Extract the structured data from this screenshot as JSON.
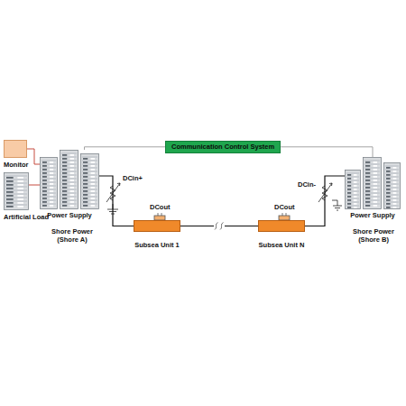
{
  "diagram": {
    "nodes": [
      {
        "text": [
          "Monitor"
        ]
      },
      {
        "text": [
          "Artificial Load"
        ]
      },
      {
        "text": [
          "Power Supply"
        ]
      },
      {
        "text": [
          "Communication Control System"
        ]
      },
      {
        "text": [
          "Subsea Unit 1"
        ]
      },
      {
        "text": [
          "Subsea Unit N"
        ]
      },
      {
        "text": [
          "Power Supply"
        ]
      }
    ],
    "edges": [
      {
        "from": 0,
        "to": 2,
        "arrow": "none"
      },
      {
        "from": 1,
        "to": 2,
        "arrow": "none"
      },
      {
        "from": 2,
        "to": 3,
        "arrow": "none"
      },
      {
        "from": 3,
        "to": 6,
        "arrow": "none"
      },
      {
        "from": 2,
        "to": 4,
        "arrow": "none"
      },
      {
        "from": 4,
        "to": 5,
        "arrow": "none"
      },
      {
        "from": 5,
        "to": 6,
        "arrow": "none"
      }
    ],
    "labels": [
      "Shore Power (Shore A)",
      "DCin+",
      "DCout",
      "DCout",
      "DCin-",
      "Shore Power (Shore B)"
    ]
  }
}
